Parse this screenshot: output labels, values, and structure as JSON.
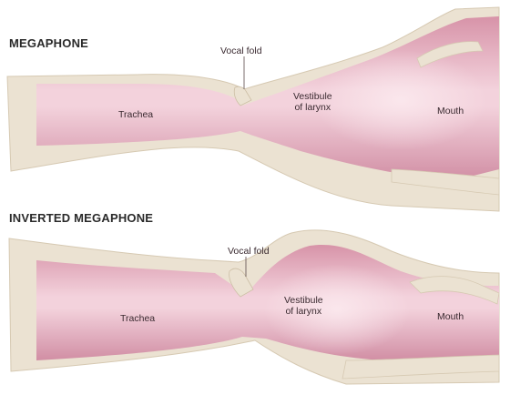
{
  "diagrams": [
    {
      "heading": "MEGAPHONE",
      "labels": {
        "vocal_fold": "Vocal fold",
        "trachea": "Trachea",
        "vestibule_line1": "Vestibule",
        "vestibule_line2": "of larynx",
        "mouth": "Mouth"
      }
    },
    {
      "heading": "INVERTED MEGAPHONE",
      "labels": {
        "vocal_fold": "Vocal fold",
        "trachea": "Trachea",
        "vestibule_line1": "Vestibule",
        "vestibule_line2": "of larynx",
        "mouth": "Mouth"
      }
    }
  ],
  "colors": {
    "tissue": "#ebe2d2",
    "tissue_edge": "#d6c9b2",
    "lumen_light": "#f1cfd9",
    "lumen_mid": "#e2a9bb",
    "lumen_dark": "#cf8ea3"
  }
}
